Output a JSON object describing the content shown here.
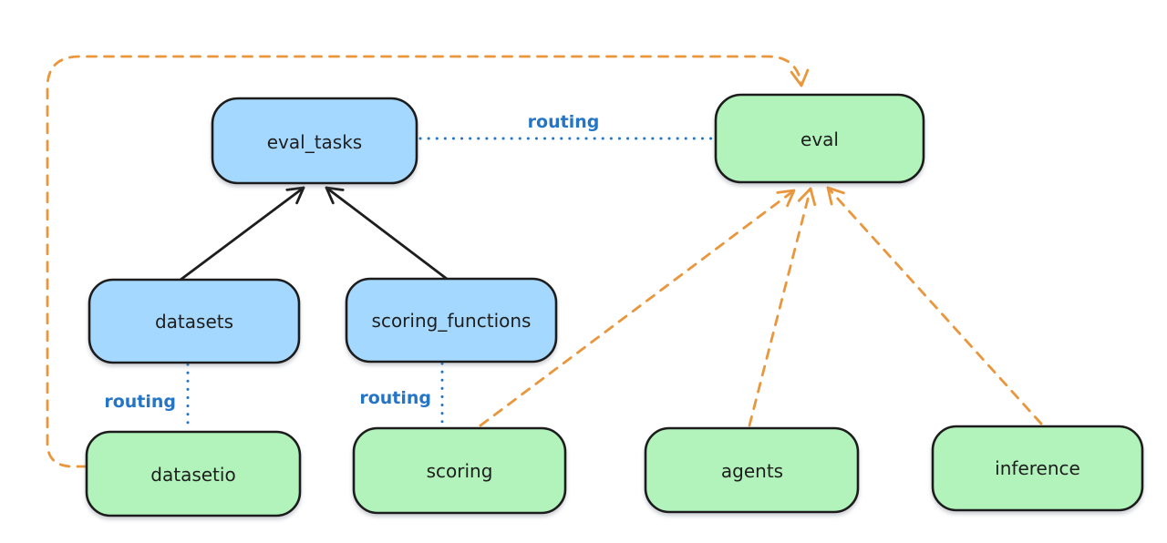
{
  "colors": {
    "background": "#ffffff",
    "node_stroke": "#1e1e1e",
    "blue_node_fill": "#a5d8ff",
    "green_node_fill": "#b2f2bb",
    "routing_blue": "#2575c7",
    "arrow_orange": "#e9963c",
    "arrow_black": "#1e1e1e"
  },
  "nodes": [
    {
      "id": "eval_tasks",
      "label": "eval_tasks",
      "color": "blue"
    },
    {
      "id": "eval",
      "label": "eval",
      "color": "green"
    },
    {
      "id": "datasets",
      "label": "datasets",
      "color": "blue"
    },
    {
      "id": "scoring_functions",
      "label": "scoring_functions",
      "color": "blue"
    },
    {
      "id": "datasetio",
      "label": "datasetio",
      "color": "green"
    },
    {
      "id": "scoring",
      "label": "scoring",
      "color": "green"
    },
    {
      "id": "agents",
      "label": "agents",
      "color": "green"
    },
    {
      "id": "inference",
      "label": "inference",
      "color": "green"
    }
  ],
  "edges": [
    {
      "from": "datasets",
      "to": "eval_tasks",
      "style": "solid",
      "color": "black"
    },
    {
      "from": "scoring_functions",
      "to": "eval_tasks",
      "style": "solid",
      "color": "black"
    },
    {
      "from": "eval_tasks",
      "to": "eval",
      "style": "dotted",
      "color": "blue",
      "label": "routing"
    },
    {
      "from": "datasets",
      "to": "datasetio",
      "style": "dotted",
      "color": "blue",
      "label": "routing"
    },
    {
      "from": "scoring_functions",
      "to": "scoring",
      "style": "dotted",
      "color": "blue",
      "label": "routing"
    },
    {
      "from": "datasetio",
      "to": "eval",
      "style": "dashed",
      "color": "orange"
    },
    {
      "from": "scoring",
      "to": "eval",
      "style": "dashed",
      "color": "orange"
    },
    {
      "from": "agents",
      "to": "eval",
      "style": "dashed",
      "color": "orange"
    },
    {
      "from": "inference",
      "to": "eval",
      "style": "dashed",
      "color": "orange"
    }
  ]
}
